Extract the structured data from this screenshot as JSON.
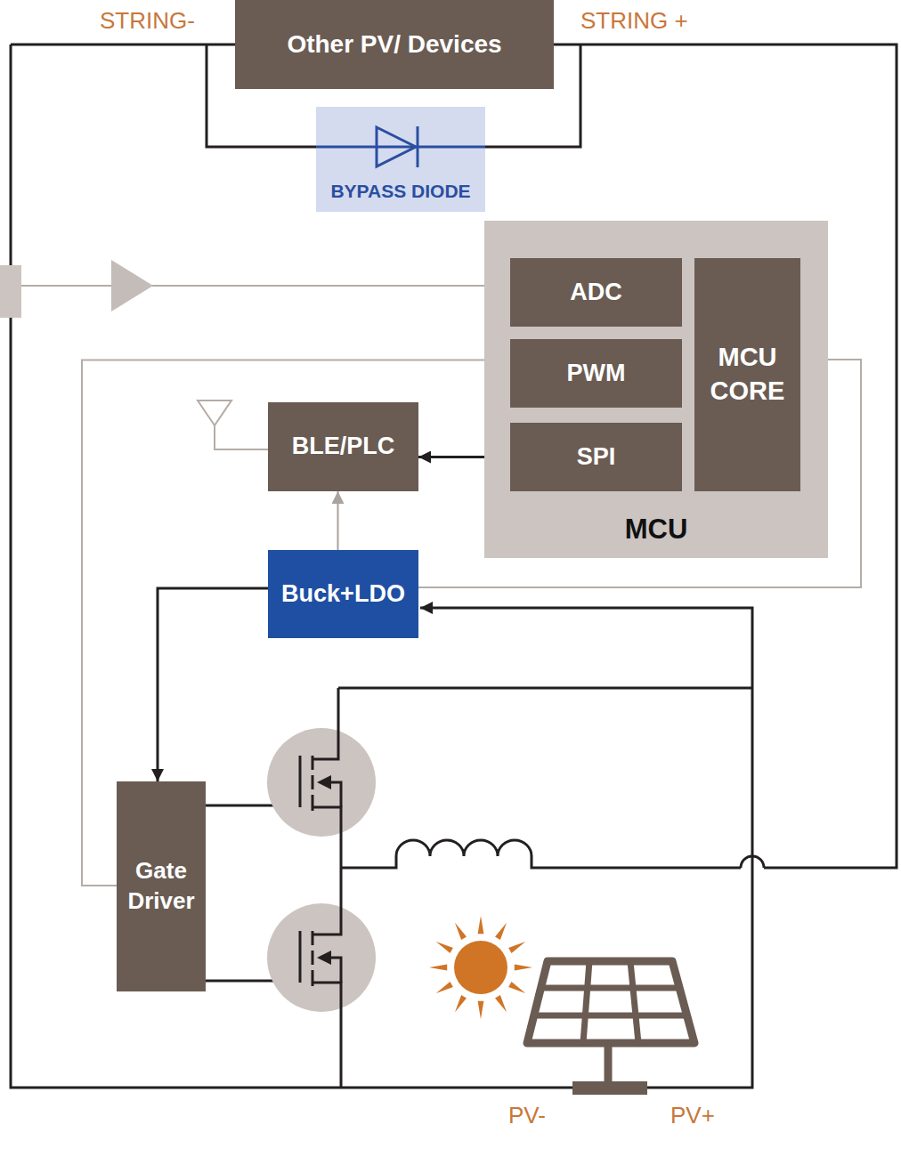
{
  "diagram": {
    "nodes": [
      {
        "text": [
          "Other PV/ Devices"
        ]
      },
      {
        "text": [
          "BYPASS DIODE"
        ]
      },
      {
        "text": [
          "MCU"
        ]
      },
      {
        "text": [
          "ADC"
        ],
        "in": 2
      },
      {
        "text": [
          "PWM"
        ],
        "in": 2
      },
      {
        "text": [
          "SPI"
        ],
        "in": 2
      },
      {
        "text": [
          "MCU CORE"
        ],
        "in": 2
      },
      {
        "text": [
          "BLE/PLC"
        ]
      },
      {
        "text": [
          "Buck+LDO"
        ]
      },
      {
        "text": [
          "Gate Driver"
        ]
      }
    ],
    "edges": [
      {
        "from": 5,
        "to": 7,
        "arrow": "to"
      },
      {
        "from": 8,
        "to": 7,
        "arrow": "to"
      },
      {
        "from": 8,
        "to": 9,
        "arrow": "to"
      },
      {
        "from": 4,
        "to": 9,
        "arrow": "none"
      },
      {
        "from": 8,
        "to": 2,
        "arrow": "none"
      }
    ],
    "labels": [
      "STRING-",
      "STRING +",
      "PV-",
      "PV+"
    ]
  }
}
